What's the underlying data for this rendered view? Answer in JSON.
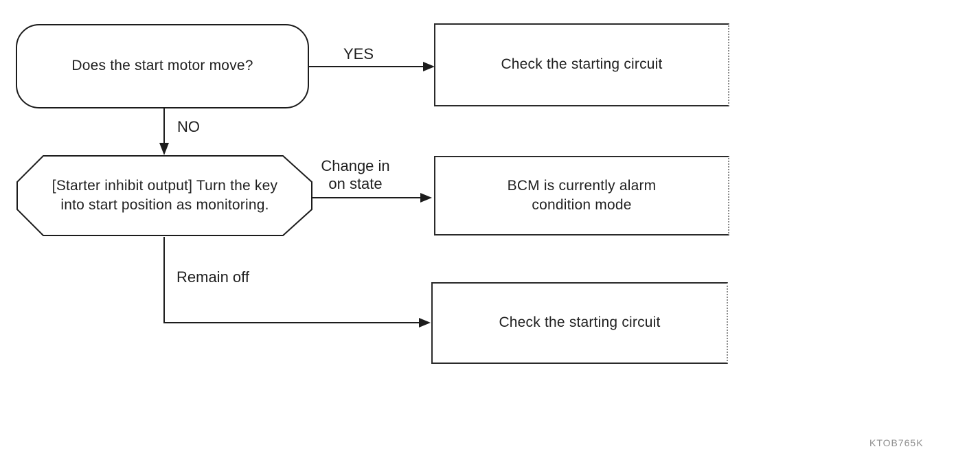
{
  "diagram": {
    "title_hint": "Starter troubleshooting flowchart",
    "nodes": {
      "start_question": {
        "label": "Does the start motor move?"
      },
      "check_circuit_top": {
        "label": "Check the starting circuit"
      },
      "starter_inhibit": {
        "line1": "[Starter inhibit output] Turn the key",
        "line2": "into start position as monitoring."
      },
      "bcm_alarm": {
        "line1": "BCM is currently alarm",
        "line2": "condition mode"
      },
      "check_circuit_bottom": {
        "label": "Check the starting circuit"
      }
    },
    "edges": {
      "yes_label": "YES",
      "no_label": "NO",
      "change_line1": "Change in",
      "change_line2": "on state",
      "remain_label": "Remain off"
    },
    "figure_code": "KTOB765K",
    "colors": {
      "line": "#1c1c1c",
      "text": "#1f1f1f",
      "faded_code": "#8f8f8f",
      "background": "#ffffff"
    }
  }
}
